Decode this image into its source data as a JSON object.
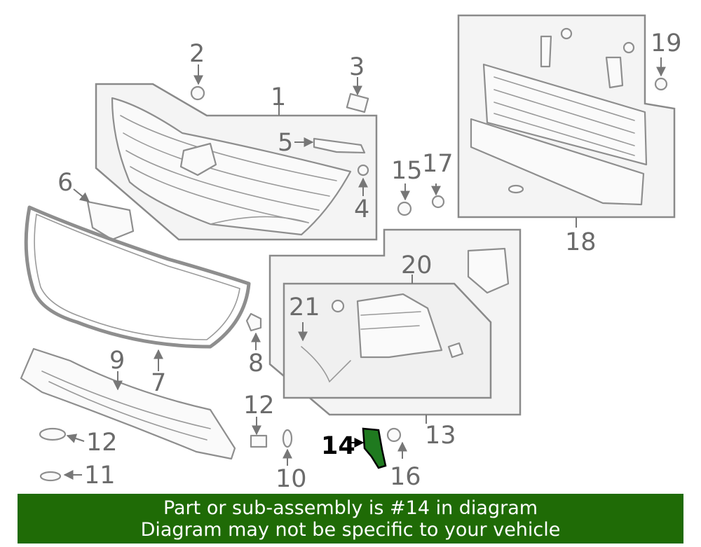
{
  "callouts": [
    {
      "id": "1",
      "label": "1"
    },
    {
      "id": "2",
      "label": "2"
    },
    {
      "id": "3",
      "label": "3"
    },
    {
      "id": "4",
      "label": "4"
    },
    {
      "id": "5",
      "label": "5"
    },
    {
      "id": "6",
      "label": "6"
    },
    {
      "id": "7",
      "label": "7"
    },
    {
      "id": "8",
      "label": "8"
    },
    {
      "id": "9",
      "label": "9"
    },
    {
      "id": "10",
      "label": "10"
    },
    {
      "id": "11",
      "label": "11"
    },
    {
      "id": "12a",
      "label": "12"
    },
    {
      "id": "12b",
      "label": "12"
    },
    {
      "id": "13",
      "label": "13"
    },
    {
      "id": "14",
      "label": "14"
    },
    {
      "id": "15",
      "label": "15"
    },
    {
      "id": "16",
      "label": "16"
    },
    {
      "id": "17",
      "label": "17"
    },
    {
      "id": "18",
      "label": "18"
    },
    {
      "id": "19",
      "label": "19"
    },
    {
      "id": "20",
      "label": "20"
    },
    {
      "id": "21",
      "label": "21"
    }
  ],
  "highlight": {
    "part_number": "14",
    "color": "#1f7a1f"
  },
  "banner": {
    "line1": "Part or sub-assembly is #14 in diagram",
    "line2": "Diagram may not be specific to your vehicle",
    "color": "#1f6b06"
  }
}
